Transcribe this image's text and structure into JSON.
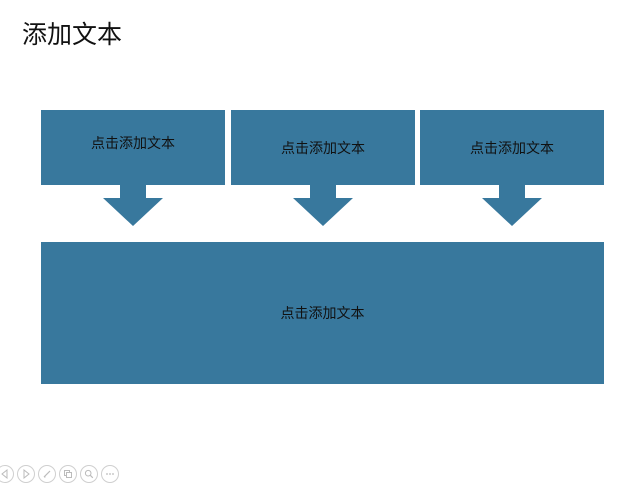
{
  "title": "添加文本",
  "boxes": [
    {
      "label": "点击添加文本"
    },
    {
      "label": "点击添加文本"
    },
    {
      "label": "点击添加文本"
    }
  ],
  "main_box": {
    "label": "点击添加文本"
  },
  "colors": {
    "box_fill": "#38789d",
    "text": "#111111",
    "background": "#ffffff"
  },
  "toolbar_icons": [
    "prev-icon",
    "next-icon",
    "pen-icon",
    "copy-icon",
    "zoom-icon",
    "more-icon"
  ]
}
